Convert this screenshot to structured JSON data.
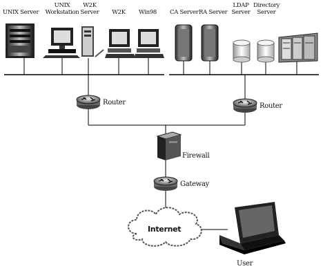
{
  "devices": {
    "unix_server": "UNIX Server",
    "unix_workstation_1": "UNIX",
    "unix_workstation_2": "Workstation",
    "w2k_server_1": "W2K",
    "w2k_server_2": "Server",
    "w2k": "W2K",
    "win98": "Win98",
    "ca_server": "CA Server",
    "ra_server": "RA Server",
    "ldap_server_1": "LDAP",
    "ldap_server_2": "Server",
    "directory_server_1": "Directory",
    "directory_server_2": "Server"
  },
  "network": {
    "router_left": "Router",
    "router_right": "Router",
    "firewall": "Firewall",
    "gateway": "Gateway",
    "internet": "Internet",
    "user": "User"
  }
}
